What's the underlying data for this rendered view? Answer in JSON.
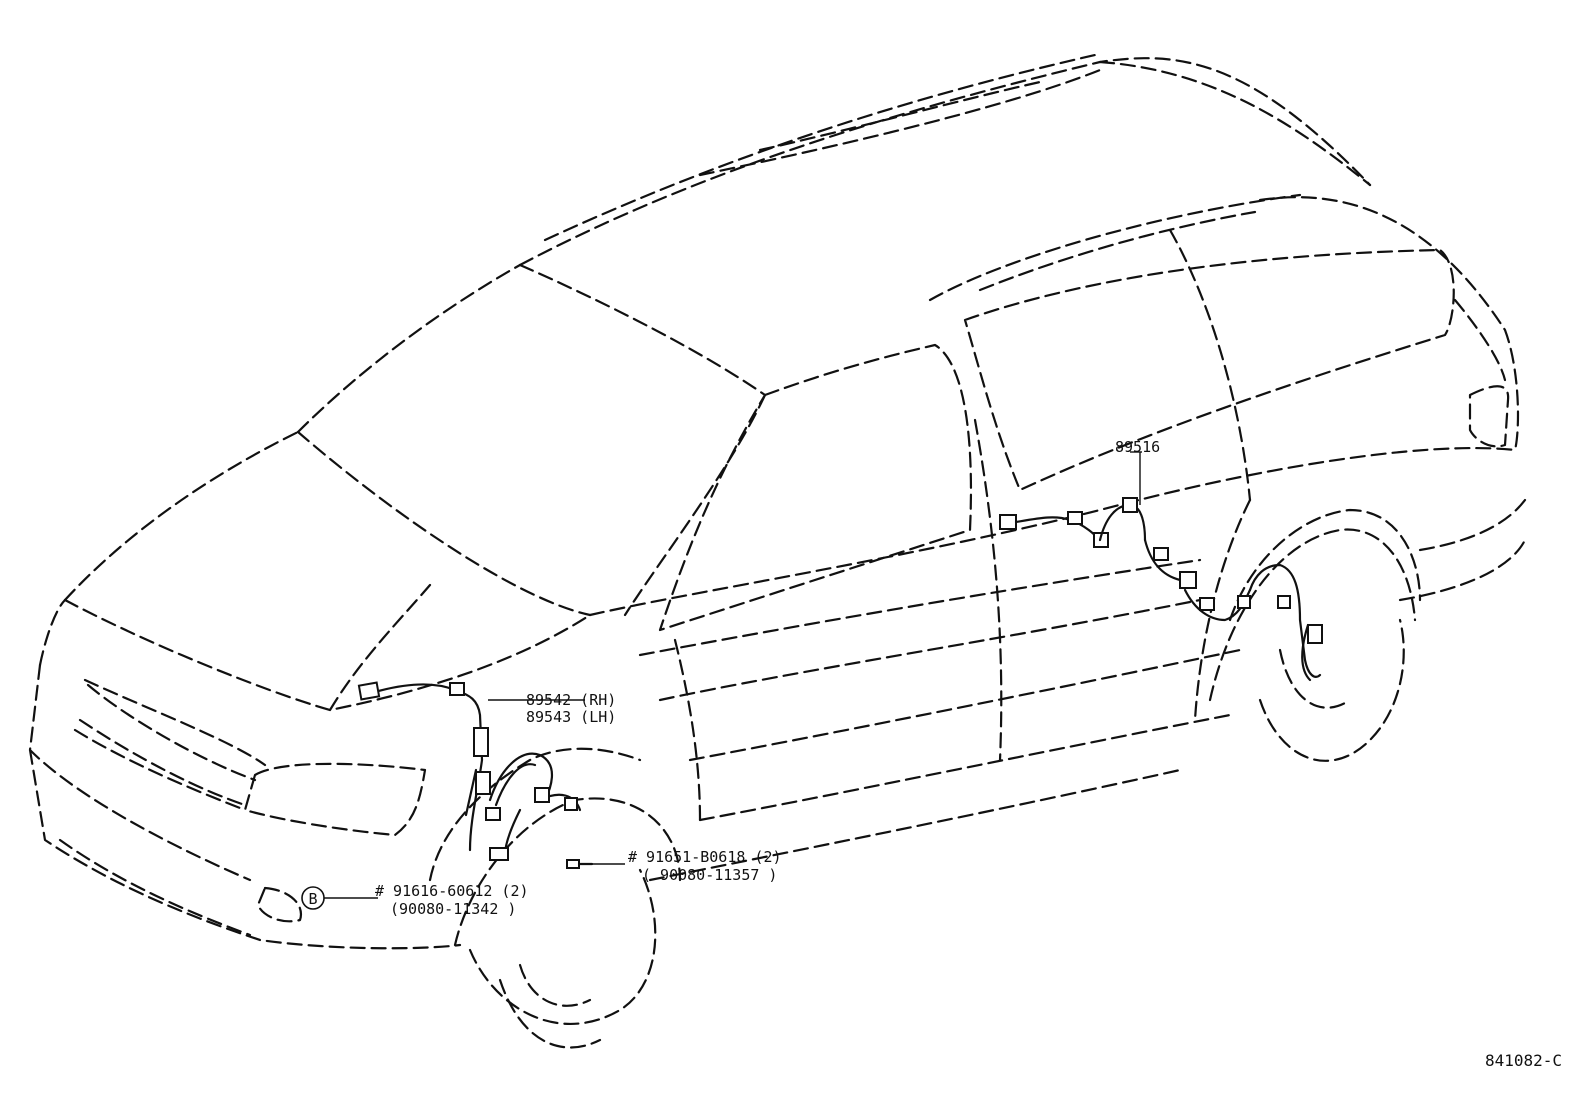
{
  "callouts": {
    "rear_sensor": "89516",
    "front_rh": "89542 (RH)",
    "front_lh": "89543 (LH)",
    "bolt_front_line1": "# 91651-B0618 (2)",
    "bolt_front_line2": "( 90080-11357 )",
    "bolt_b_line1": "# 91616-60612 (2)",
    "bolt_b_line2": "(90080-11342 )",
    "marker_b": "B"
  },
  "figure_code": "841082-C"
}
